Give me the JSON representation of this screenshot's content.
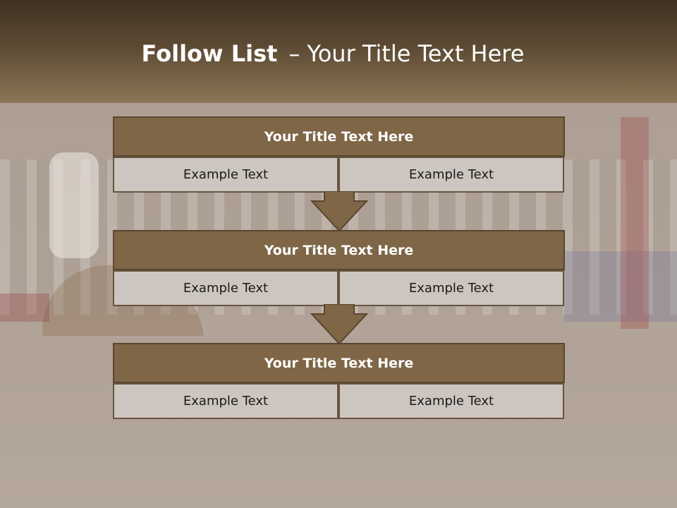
{
  "slide": {
    "title_bold": "Follow List",
    "title_separator": "–",
    "title_rest": "Your Title Text Here"
  },
  "blocks": [
    {
      "title": "Your Title Text Here",
      "cells": [
        "Example Text",
        "Example Text"
      ]
    },
    {
      "title": "Your Title Text Here",
      "cells": [
        "Example Text",
        "Example Text"
      ]
    },
    {
      "title": "Your Title Text Here",
      "cells": [
        "Example Text",
        "Example Text"
      ]
    }
  ],
  "colors": {
    "header_dark": "#3f3222",
    "header_light": "#8b7656",
    "block_title_bg": "#7e6646",
    "cell_bg": "#cdc6c0",
    "arrow_fill": "#7e6646"
  }
}
